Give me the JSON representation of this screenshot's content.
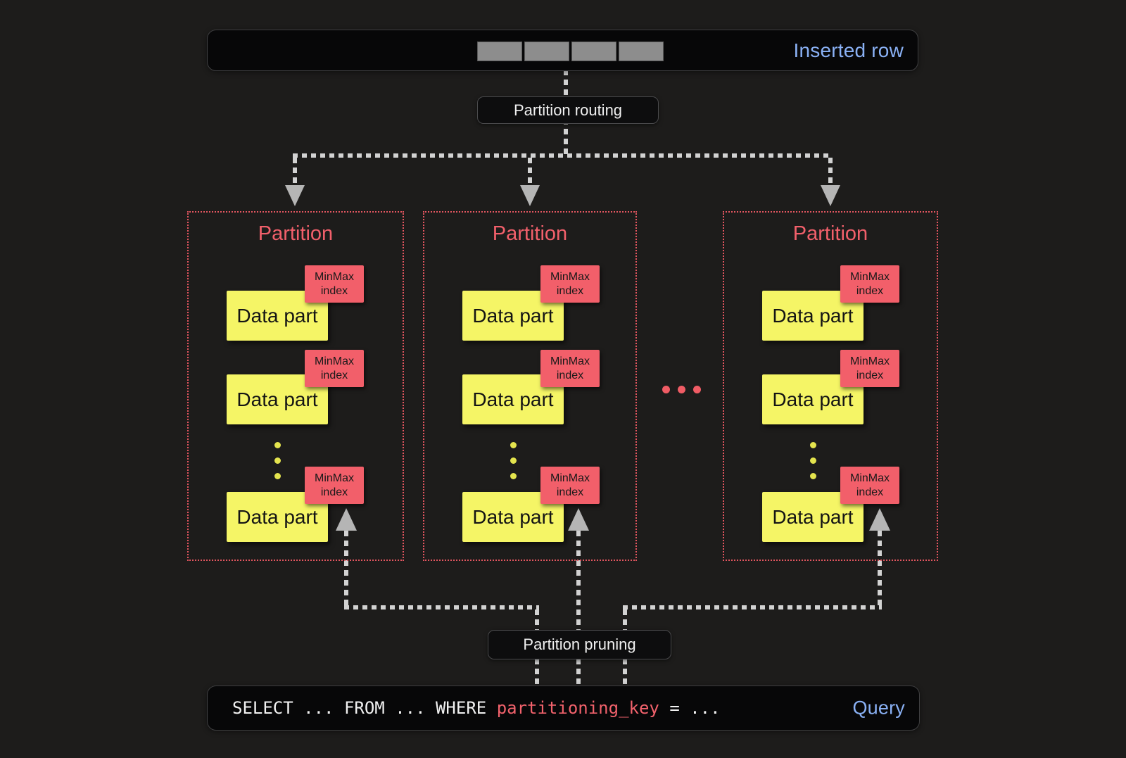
{
  "inserted_row": {
    "label": "Inserted row"
  },
  "routing_label": "Partition routing",
  "pruning_label": "Partition pruning",
  "partitions": [
    {
      "title": "Partition",
      "parts": [
        {
          "label": "Data part",
          "minmax": "MinMax\nindex"
        },
        {
          "label": "Data part",
          "minmax": "MinMax\nindex"
        },
        {
          "label": "Data part",
          "minmax": "MinMax\nindex"
        }
      ]
    },
    {
      "title": "Partition",
      "parts": [
        {
          "label": "Data part",
          "minmax": "MinMax\nindex"
        },
        {
          "label": "Data part",
          "minmax": "MinMax\nindex"
        },
        {
          "label": "Data part",
          "minmax": "MinMax\nindex"
        }
      ]
    },
    {
      "title": "Partition",
      "parts": [
        {
          "label": "Data part",
          "minmax": "MinMax\nindex"
        },
        {
          "label": "Data part",
          "minmax": "MinMax\nindex"
        },
        {
          "label": "Data part",
          "minmax": "MinMax\nindex"
        }
      ]
    }
  ],
  "query": {
    "sql_before": "SELECT ... FROM ... WHERE ",
    "sql_key": "partitioning_key",
    "sql_after": " = ...",
    "label": "Query"
  },
  "icons": {
    "partition_ellipsis": "three-dots-horizontal",
    "more_parts_ellipsis": "three-dots-vertical"
  },
  "colors": {
    "background": "#1d1c1b",
    "card_bg": "#070708",
    "accent_blue": "#8ab1f5",
    "accent_pink": "#f2606b",
    "data_part_yellow": "#f5f566",
    "minmax_pink": "#f25f6a",
    "sql_key_pink": "#f2626c",
    "dash_gray": "#d2d2d2",
    "row_cell_gray": "#8d8d8d"
  }
}
